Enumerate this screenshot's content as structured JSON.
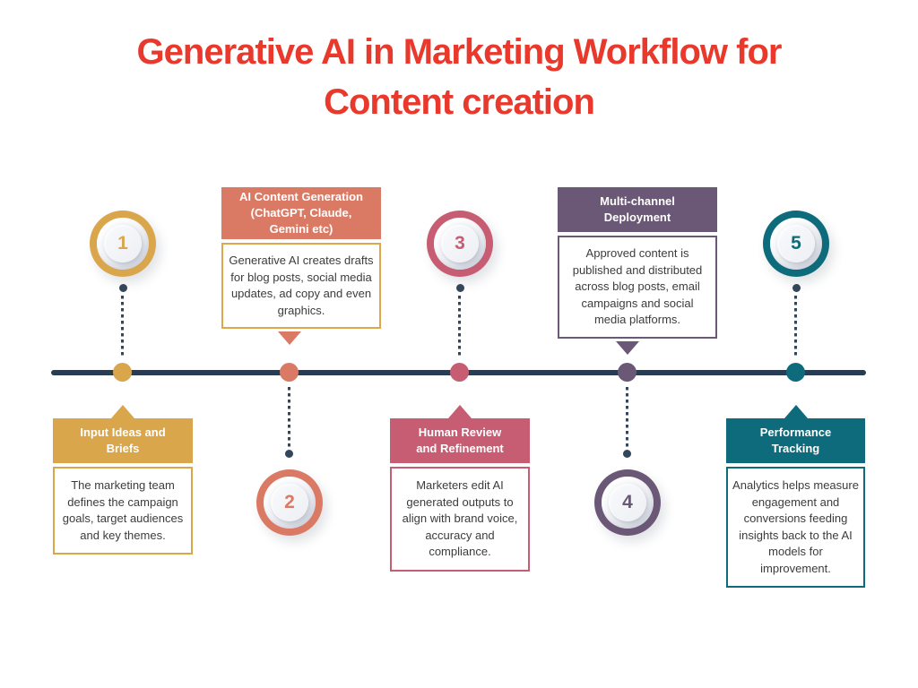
{
  "title": {
    "line1": "Generative AI in Marketing Workflow for",
    "line2": "Content creation",
    "color": "#e8392c"
  },
  "timeline": {
    "line_color": "#273c55",
    "connector_color": "#34465c"
  },
  "steps": [
    {
      "number": "1",
      "title": "Input Ideas and\nBriefs",
      "description": "The marketing team defines the campaign goals, target audiences and key themes.",
      "accent": "#d9a64c",
      "body_border_color": "#d9a64c",
      "card_side": "below timeline"
    },
    {
      "number": "2",
      "title": "AI Content Generation\n(ChatGPT, Claude,\nGemini etc)",
      "description": "Generative AI creates drafts for blog posts, social media updates, ad copy and even graphics.",
      "accent": "#db7a64",
      "body_border_color": "#dfa64c",
      "card_side": "above timeline"
    },
    {
      "number": "3",
      "title": "Human Review\nand Refinement",
      "description": "Marketers edit AI generated outputs to align with brand voice, accuracy and compliance.",
      "accent": "#c75d73",
      "body_border_color": "#c75d73",
      "card_side": "below timeline"
    },
    {
      "number": "4",
      "title": "Multi-channel\nDeployment",
      "description": "Approved content is published and distributed across blog posts, email campaigns and social media platforms.",
      "accent": "#6b5876",
      "body_border_color": "#6b5876",
      "card_side": "above timeline"
    },
    {
      "number": "5",
      "title": "Performance\nTracking",
      "description": "Analytics helps measure engagement and conversions feeding insights back to the AI models for improvement.",
      "accent": "#0e6b7b",
      "body_border_color": "#0e6b7b",
      "card_side": "below timeline"
    }
  ]
}
